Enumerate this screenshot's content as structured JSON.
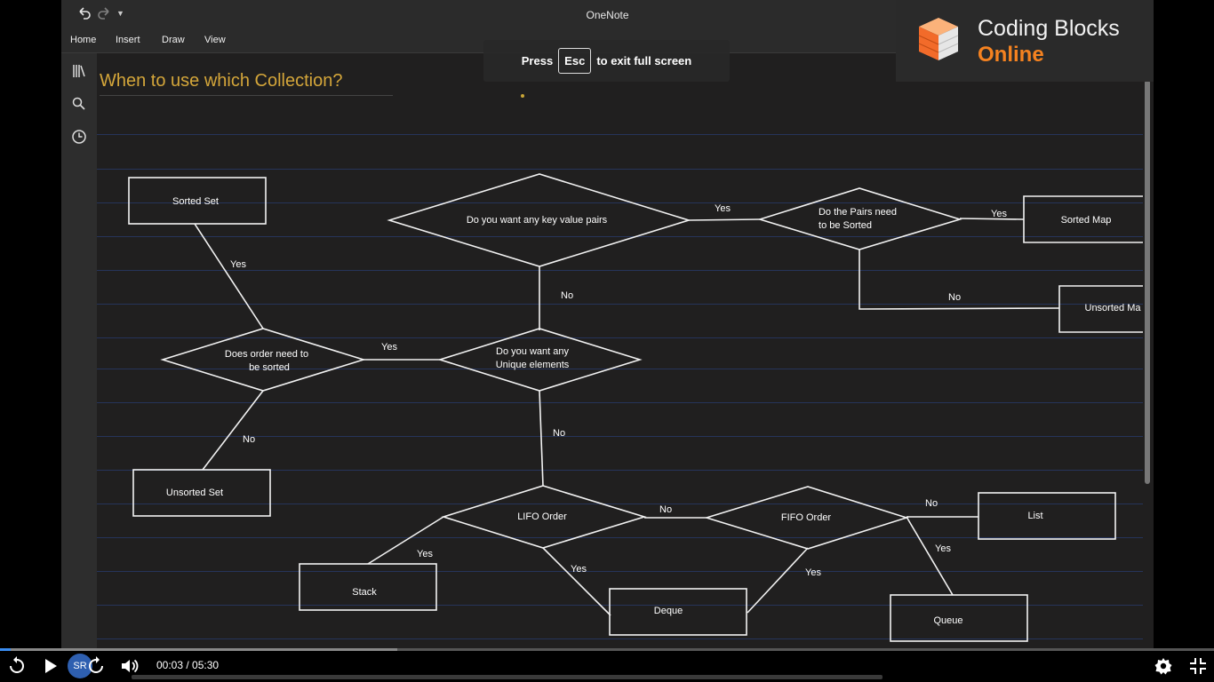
{
  "app": {
    "title": "OneNote",
    "ribbon_tabs": [
      "Home",
      "Insert",
      "Draw",
      "View"
    ]
  },
  "page": {
    "title": "When to use which Collection?"
  },
  "fullscreen_banner": {
    "prefix": "Press",
    "key": "Esc",
    "suffix": "to exit full screen"
  },
  "brand": {
    "line1": "Coding Blocks",
    "line2": "Online",
    "accent_color": "#f58220"
  },
  "flowchart": {
    "boxes": {
      "sorted_set": "Sorted Set",
      "unsorted_set": "Unsorted Set",
      "sorted_map": "Sorted Map",
      "unsorted_map": "Unsorted Ma",
      "stack": "Stack",
      "deque": "Deque",
      "list": "List",
      "queue": "Queue"
    },
    "decisions": {
      "key_value_pairs": "Do you want any key value pairs",
      "pairs_sorted_line1": "Do the Pairs need",
      "pairs_sorted_line2": "to be Sorted",
      "unique_line1": "Do you want any",
      "unique_line2": "Unique elements",
      "order_sorted_line1": "Does order need to",
      "order_sorted_line2": "be sorted",
      "lifo": "LIFO Order",
      "fifo": "FIFO Order"
    },
    "edge_labels": {
      "kv_yes": "Yes",
      "pairs_yes": "Yes",
      "pairs_no": "No",
      "kv_no": "No",
      "unique_yes": "Yes",
      "sorted_set_yes": "Yes",
      "unsorted_set_no": "No",
      "unique_no": "No",
      "lifo_no": "No",
      "lifo_yes_stack": "Yes",
      "lifo_yes_deque": "Yes",
      "fifo_yes_deque": "Yes",
      "fifo_no": "No",
      "fifo_yes_queue": "Yes"
    }
  },
  "player": {
    "time_display": "00:03 / 05:30",
    "progress_fraction": 0.0091,
    "buffer_fraction": 0.327,
    "speed_badge": "SR"
  }
}
